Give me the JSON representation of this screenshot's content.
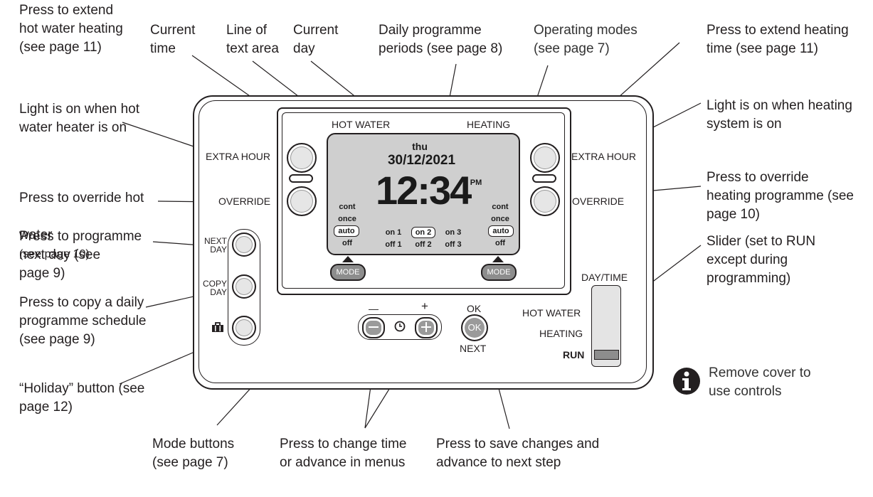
{
  "callouts": {
    "extend_hot_water": "Press to extend\nhot water heating\n(see page 11)",
    "current_time": "Current\ntime",
    "line_of_text": "Line of\ntext area",
    "current_day": "Current\nday",
    "daily_periods": "Daily programme\nperiods (see page 8)",
    "operating_modes": "Operating modes\n(see page 7)",
    "extend_heating": "Press to extend heating\ntime (see page 11)",
    "light_hot_water": "Light is on when hot\nwater heater is on",
    "light_heating": "Light is on when heating\nsystem is on",
    "override_hot_water": "Press to override hot",
    "override_hot_water_2": "water",
    "override_hot_water_page": "(see page 10)",
    "override_heating": "Press to override\nheating programme (see\npage 10)",
    "programme_next_day": "Press to programme\nnext day  (see\npage 9)",
    "slider": "Slider (set to RUN\nexcept during\nprogramming)",
    "copy_schedule": "Press to copy a daily\nprogramme schedule\n(see page 9)",
    "holiday": "“Holiday” button  (see\npage 12)",
    "mode_buttons": "Mode buttons\n(see page 7)",
    "change_time": "Press to change time\nor advance in menus",
    "save_changes": "Press to save changes and\nadvance to next step",
    "remove_cover": "Remove cover to\nuse controls"
  },
  "device": {
    "hot_water_header": "HOT WATER",
    "heating_header": "HEATING",
    "extra_hour_left": "EXTRA HOUR",
    "override_left": "OVERRIDE",
    "extra_hour_right": "EXTRA HOUR",
    "override_right": "OVERRIDE",
    "next_day": "NEXT\nDAY",
    "copy_day": "COPY\nDAY",
    "mode_left": "MODE",
    "mode_right": "MODE",
    "minus": "—",
    "plus": "+",
    "ok_top": "OK",
    "ok_button": "OK",
    "next": "NEXT",
    "day_time": "DAY/TIME",
    "slider_hot_water": "HOT WATER",
    "slider_heating": "HEATING",
    "slider_run": "RUN"
  },
  "lcd": {
    "day": "thu",
    "date": "30/12/2021",
    "time": "12:34",
    "ampm": "PM",
    "left_modes": [
      "cont",
      "once",
      "auto",
      "off"
    ],
    "right_modes": [
      "cont",
      "once",
      "auto",
      "off"
    ],
    "periods_on": [
      "on 1",
      "on 2",
      "on 3"
    ],
    "periods_off": [
      "off 1",
      "off 2",
      "off 3"
    ]
  },
  "icons": {
    "holiday": "suitcase-icon",
    "clock": "clock-icon",
    "info": "info-icon"
  }
}
